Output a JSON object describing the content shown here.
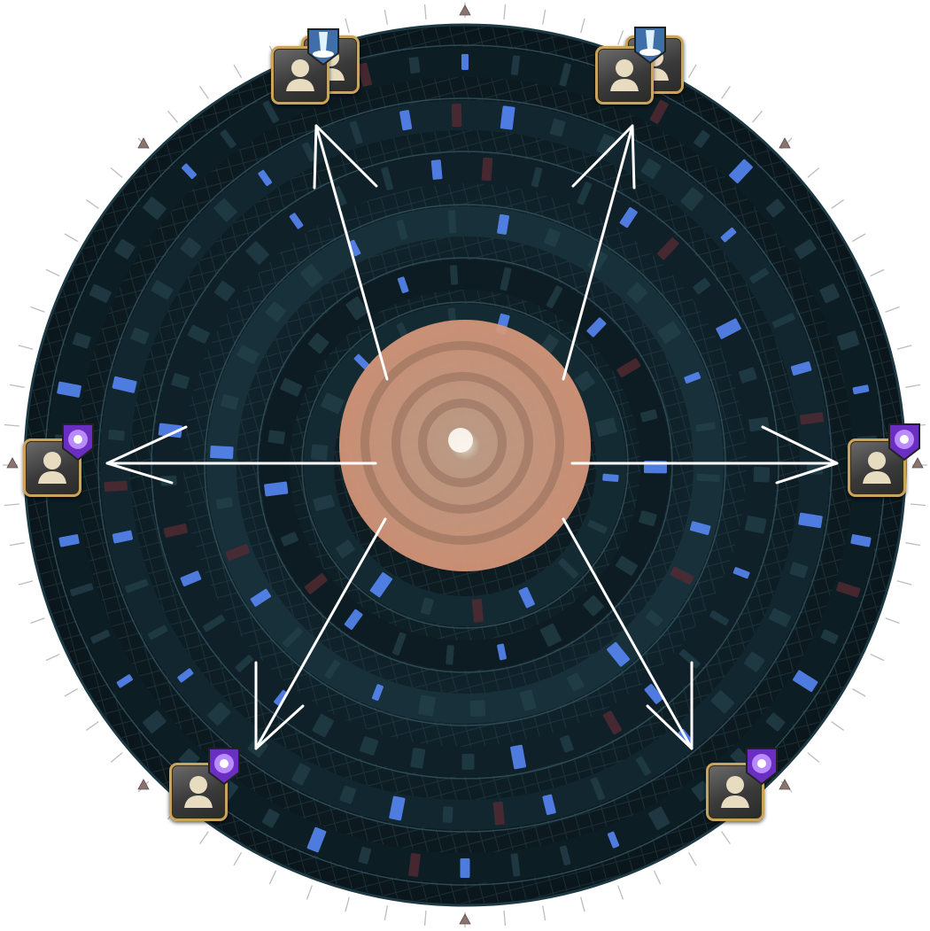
{
  "board": {
    "ring_colors": [
      "#0c1d24",
      "#12262f",
      "#0f2028",
      "#17303a",
      "#0d1c22",
      "#142a33"
    ],
    "accent_blue": "#5b8cff",
    "center_disc_color": "#d79a78",
    "line_color": "#ffffff"
  },
  "players": [
    {
      "slot": "top-left",
      "count": 2,
      "badge": "portal-beam-icon",
      "badge_color": "#3f6ea8"
    },
    {
      "slot": "top-right",
      "count": 2,
      "badge": "portal-beam-icon",
      "badge_color": "#3f6ea8"
    },
    {
      "slot": "left",
      "count": 1,
      "badge": "purple-orb-icon",
      "badge_color": "#6a2ec2"
    },
    {
      "slot": "right",
      "count": 1,
      "badge": "purple-orb-icon",
      "badge_color": "#6a2ec2"
    },
    {
      "slot": "bottom-left",
      "count": 1,
      "badge": "purple-orb-icon",
      "badge_color": "#6a2ec2"
    },
    {
      "slot": "bottom-right",
      "count": 1,
      "badge": "purple-orb-icon",
      "badge_color": "#6a2ec2"
    }
  ],
  "player_frame_color": "#c9a45a"
}
